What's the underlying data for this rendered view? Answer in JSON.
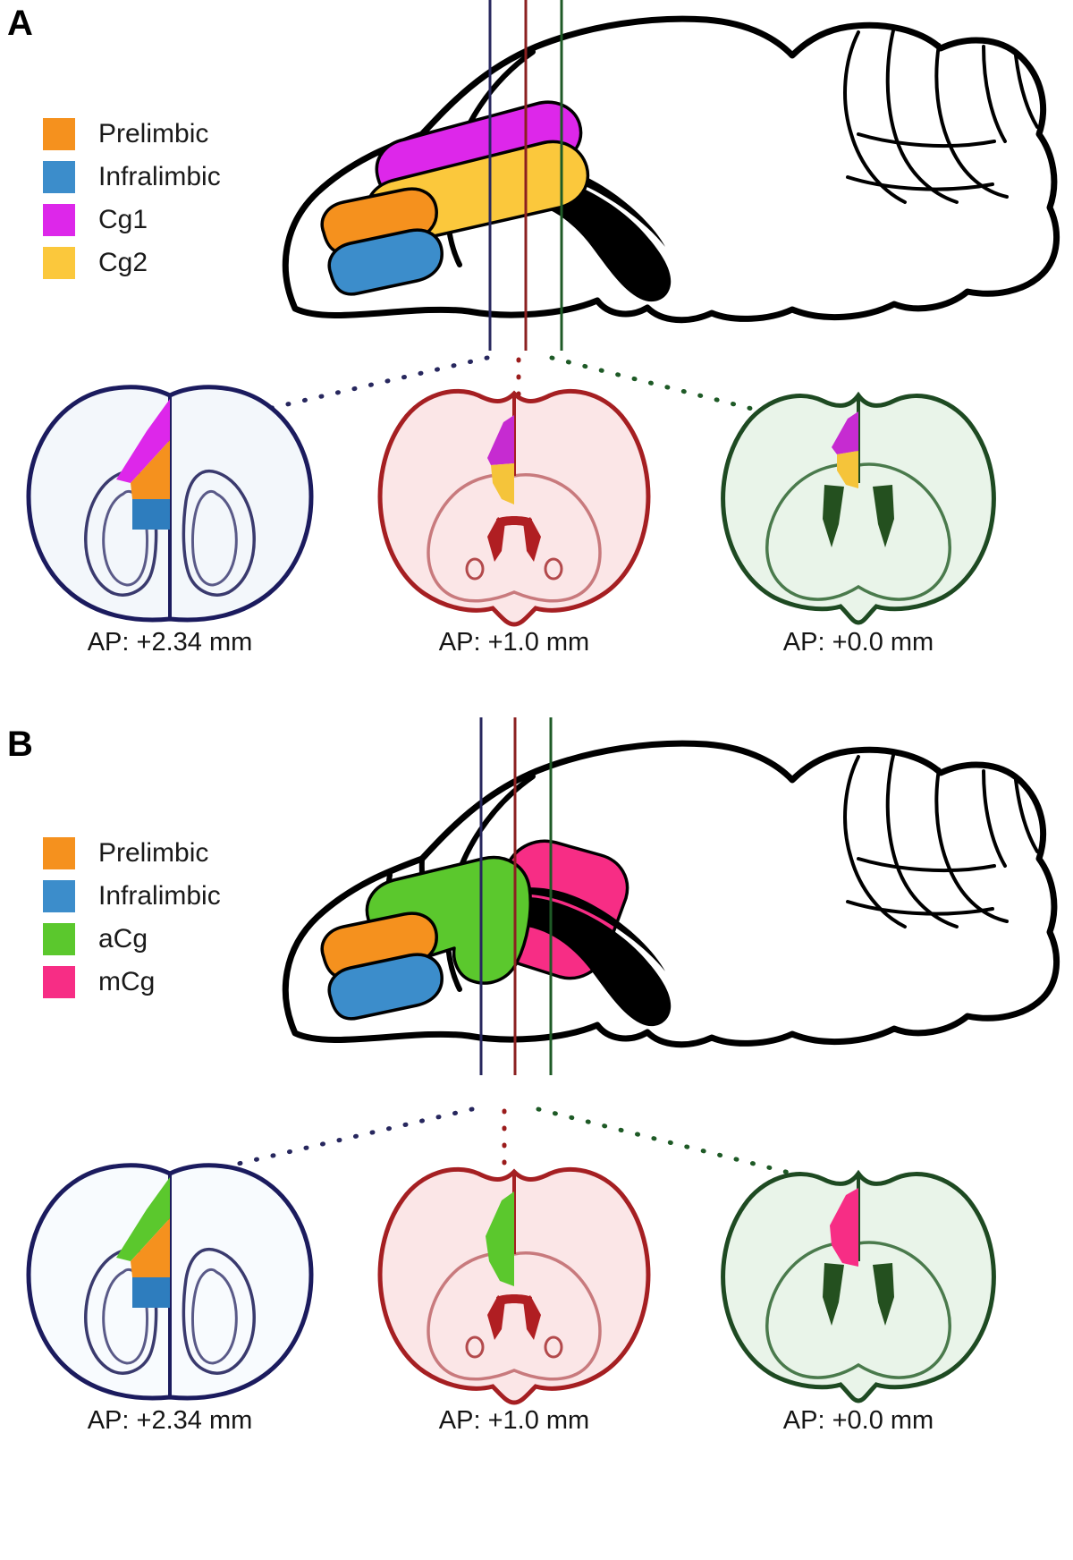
{
  "figure": {
    "type": "brain-atlas-schematic",
    "description": "Rodent brain atlas schematic showing medial prefrontal / cingulate subregion parcellations in two alternative nomenclatures"
  },
  "panels": [
    {
      "id": "A",
      "letter": "A",
      "legend": {
        "items": [
          {
            "label": "Prelimbic",
            "color": "#F5911E",
            "key": "prelimbic"
          },
          {
            "label": "Infralimbic",
            "color": "#3C8DCB",
            "key": "infralimbic"
          },
          {
            "label": "Cg1",
            "color": "#DD27EA",
            "key": "cg1"
          },
          {
            "label": "Cg2",
            "color": "#FBC83C",
            "key": "cg2"
          }
        ]
      },
      "sagittal": {
        "name": "sagittal-brain-schematic",
        "regions": [
          {
            "key": "cg1",
            "color": "#DD27EA"
          },
          {
            "key": "cg2",
            "color": "#FBC83C"
          },
          {
            "key": "prelimbic",
            "color": "#F5911E"
          },
          {
            "key": "infralimbic",
            "color": "#3C8DCB"
          }
        ],
        "section_lines": [
          {
            "key": "line-ap-234",
            "color": "#27275E"
          },
          {
            "key": "line-ap-10",
            "color": "#8B2020"
          },
          {
            "key": "line-ap-00",
            "color": "#1E5A26"
          }
        ]
      },
      "sections": [
        {
          "caption": "AP: +2.34 mm",
          "key": "coronal-ap-2-34",
          "outline_color": "#1B1B5E",
          "fill_color": "#F3F7FB",
          "regions": [
            {
              "key": "cg1",
              "color": "#DD27EA"
            },
            {
              "key": "prelimbic",
              "color": "#F5911E"
            },
            {
              "key": "infralimbic",
              "color": "#2E7DBE"
            }
          ]
        },
        {
          "caption": "AP: +1.0 mm",
          "key": "coronal-ap-1-0",
          "outline_color": "#A51F22",
          "fill_color": "#FBE6E7",
          "regions": [
            {
              "key": "cg1",
              "color": "#C62BD1"
            },
            {
              "key": "cg2",
              "color": "#F5C43A"
            }
          ]
        },
        {
          "caption": "AP: +0.0 mm",
          "key": "coronal-ap-0-0",
          "outline_color": "#1E4A22",
          "fill_color": "#E9F4E9",
          "regions": [
            {
              "key": "cg1",
              "color": "#C62BD1"
            },
            {
              "key": "cg2",
              "color": "#F5C43A"
            }
          ]
        }
      ]
    },
    {
      "id": "B",
      "letter": "B",
      "legend": {
        "items": [
          {
            "label": "Prelimbic",
            "color": "#F5911E",
            "key": "prelimbic"
          },
          {
            "label": "Infralimbic",
            "color": "#3C8DCB",
            "key": "infralimbic"
          },
          {
            "label": "aCg",
            "color": "#5BC82D",
            "key": "acg"
          },
          {
            "label": "mCg",
            "color": "#F72D85",
            "key": "mcg"
          }
        ]
      },
      "sagittal": {
        "name": "sagittal-brain-schematic",
        "regions": [
          {
            "key": "acg",
            "color": "#5BC82D"
          },
          {
            "key": "mcg",
            "color": "#F72D85"
          },
          {
            "key": "prelimbic",
            "color": "#F5911E"
          },
          {
            "key": "infralimbic",
            "color": "#3C8DCB"
          }
        ],
        "section_lines": [
          {
            "key": "line-ap-234",
            "color": "#27275E"
          },
          {
            "key": "line-ap-10",
            "color": "#8B2020"
          },
          {
            "key": "line-ap-00",
            "color": "#1E5A26"
          }
        ]
      },
      "sections": [
        {
          "caption": "AP: +2.34 mm",
          "key": "coronal-ap-2-34",
          "outline_color": "#1B1B5E",
          "fill_color": "#F8FBFE",
          "regions": [
            {
              "key": "acg",
              "color": "#5BC82D"
            },
            {
              "key": "prelimbic",
              "color": "#F5911E"
            },
            {
              "key": "infralimbic",
              "color": "#2E7DBE"
            }
          ]
        },
        {
          "caption": "AP: +1.0 mm",
          "key": "coronal-ap-1-0",
          "outline_color": "#A51F22",
          "fill_color": "#FBE6E7",
          "regions": [
            {
              "key": "acg",
              "color": "#5BC82D"
            }
          ]
        },
        {
          "caption": "AP: +0.0 mm",
          "key": "coronal-ap-0-0",
          "outline_color": "#1E4A22",
          "fill_color": "#E9F4E9",
          "regions": [
            {
              "key": "mcg",
              "color": "#F72D85"
            }
          ]
        }
      ]
    }
  ],
  "colors": {
    "connector_left": "#27275E",
    "connector_middle": "#9B1C1C",
    "connector_right": "#1E5A26",
    "brain_outline": "#000000",
    "corpus_callosum": "#000000",
    "ventricle_dark_green": "#24501F",
    "ventricle_dark_red": "#B01E22",
    "background": "#FFFFFF"
  }
}
